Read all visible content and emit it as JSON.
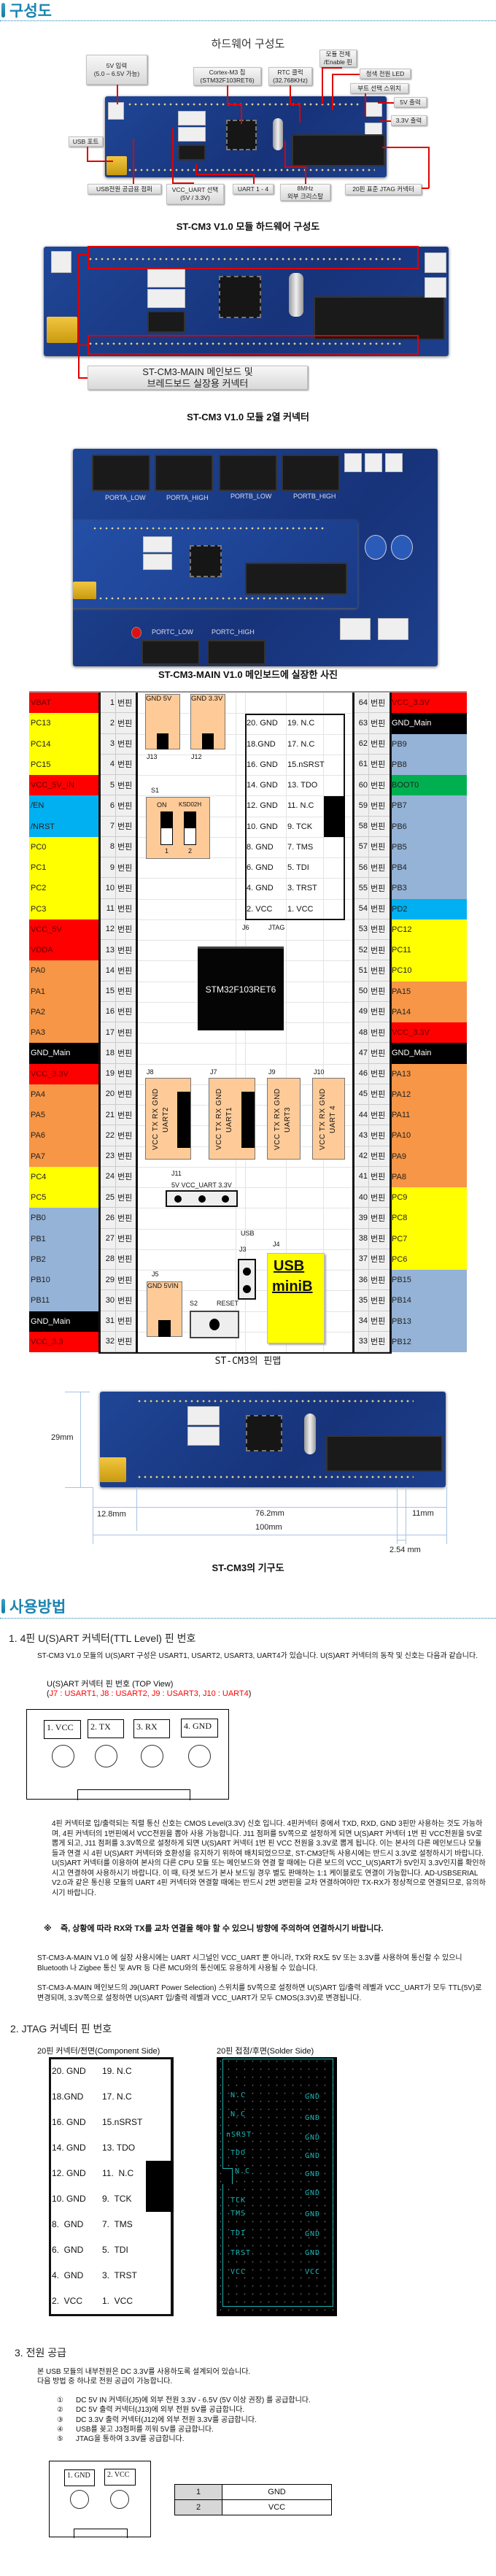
{
  "section1": {
    "title": "구성도"
  },
  "hardware": {
    "title": "하드웨어 구성도",
    "callouts": {
      "vin": [
        "5V 입력",
        "(5.0 – 6.5V 가능)"
      ],
      "cpu": [
        "Cortex-M3 칩",
        "(STM32F103RET6)"
      ],
      "rtc": [
        "RTC 클럭",
        "(32.768KHz)"
      ],
      "enable": [
        "모듈 전체",
        "/Enable 핀"
      ],
      "led": "청색 전원 LED",
      "boot": "부트 선택 스위치",
      "out5": "5V 출력",
      "out33": "3.3V 출력",
      "usb": "USB 포트",
      "usbjumper": "USB전원 공급용 점퍼",
      "vccuart": [
        "VCC_UART 선택",
        "(5V / 3.3V)"
      ],
      "uart": "UART 1 - 4",
      "xtal": [
        "8MHz",
        "외부 크리스탈"
      ],
      "jtag": "20핀 표준 JTAG 커넥터"
    },
    "caption": "ST-CM3 V1.0 모듈 하드웨어 구성도"
  },
  "connector_photo": {
    "callout": [
      "ST-CM3-MAIN 메인보드 및",
      "브레드보드 실장용 커넥터"
    ],
    "caption": "ST-CM3 V1.0 모듈 2열 커넥터"
  },
  "main_photo": {
    "caption": "ST-CM3-MAIN V1.0 메인보드에 실장한 사진",
    "labels": [
      "PORTA_LOW",
      "PORTA_HIGH",
      "PORTB_LOW",
      "PORTB_HIGH",
      "PORTC_LOW",
      "PORTC_HIGH"
    ]
  },
  "pinmap": {
    "pin_suffix": "번핀",
    "colors": {
      "red": "#ff0000",
      "yellow": "#ffff00",
      "cyan": "#00b0f0",
      "orange": "#f79646",
      "black": "#000000",
      "blue": "#95b3d7",
      "green": "#00b050"
    },
    "left": [
      [
        "VBAT",
        "red"
      ],
      [
        "PC13",
        "yellow"
      ],
      [
        "PC14",
        "yellow"
      ],
      [
        "PC15",
        "yellow"
      ],
      [
        "VCC_5V_IN",
        "red"
      ],
      [
        "/EN",
        "cyan"
      ],
      [
        "/NRST",
        "cyan"
      ],
      [
        "PC0",
        "yellow"
      ],
      [
        "PC1",
        "yellow"
      ],
      [
        "PC2",
        "yellow"
      ],
      [
        "PC3",
        "yellow"
      ],
      [
        "VCC_5V",
        "red"
      ],
      [
        "VDDA",
        "red"
      ],
      [
        "PA0",
        "orange"
      ],
      [
        "PA1",
        "orange"
      ],
      [
        "PA2",
        "orange"
      ],
      [
        "PA3",
        "orange"
      ],
      [
        "GND_Main",
        "black"
      ],
      [
        "VCC_3.3V",
        "red"
      ],
      [
        "PA4",
        "orange"
      ],
      [
        "PA5",
        "orange"
      ],
      [
        "PA6",
        "orange"
      ],
      [
        "PA7",
        "orange"
      ],
      [
        "PC4",
        "yellow"
      ],
      [
        "PC5",
        "yellow"
      ],
      [
        "PB0",
        "blue"
      ],
      [
        "PB1",
        "blue"
      ],
      [
        "PB2",
        "blue"
      ],
      [
        "PB10",
        "blue"
      ],
      [
        "PB11",
        "blue"
      ],
      [
        "GND_Main",
        "black"
      ],
      [
        "VCC_3.3",
        "red"
      ]
    ],
    "right": [
      [
        "VCC_3.3V",
        "red"
      ],
      [
        "GND_Main",
        "black"
      ],
      [
        "PB9",
        "blue"
      ],
      [
        "PB8",
        "blue"
      ],
      [
        "BOOT0",
        "green"
      ],
      [
        "PB7",
        "blue"
      ],
      [
        "PB6",
        "blue"
      ],
      [
        "PB5",
        "blue"
      ],
      [
        "PB4",
        "blue"
      ],
      [
        "PB3",
        "blue"
      ],
      [
        "PD2",
        "cyan"
      ],
      [
        "PC12",
        "yellow"
      ],
      [
        "PC11",
        "yellow"
      ],
      [
        "PC10",
        "yellow"
      ],
      [
        "PA15",
        "orange"
      ],
      [
        "PA14",
        "orange"
      ],
      [
        "VCC_3.3V",
        "red"
      ],
      [
        "GND_Main",
        "black"
      ],
      [
        "PA13",
        "orange"
      ],
      [
        "PA12",
        "orange"
      ],
      [
        "PA11",
        "orange"
      ],
      [
        "PA10",
        "orange"
      ],
      [
        "PA9",
        "orange"
      ],
      [
        "PA8",
        "orange"
      ],
      [
        "PC9",
        "yellow"
      ],
      [
        "PC8",
        "yellow"
      ],
      [
        "PC7",
        "yellow"
      ],
      [
        "PC6",
        "yellow"
      ],
      [
        "PB15",
        "blue"
      ],
      [
        "PB14",
        "blue"
      ],
      [
        "PB13",
        "blue"
      ],
      [
        "PB12",
        "blue"
      ]
    ],
    "j13": {
      "name": "J13",
      "pins": "GND    5V"
    },
    "j12": {
      "name": "J12",
      "pins": "GND  3.3V"
    },
    "s1": {
      "name": "S1",
      "on": "ON",
      "part": "KSD02H",
      "sw1": "1",
      "sw2": "2"
    },
    "jtag": {
      "name": "J6",
      "label": "JTAG",
      "rows": [
        [
          "20. GND",
          "19. N.C"
        ],
        [
          "18.GND",
          "17. N.C"
        ],
        [
          "16. GND",
          "15.nSRST"
        ],
        [
          "14. GND",
          "13. TDO"
        ],
        [
          "12. GND",
          "11.  N.C"
        ],
        [
          "10. GND",
          "9.  TCK"
        ],
        [
          "8.  GND",
          "7.  TMS"
        ],
        [
          "6.  GND",
          "5.  TDI"
        ],
        [
          "4.  GND",
          "3.  TRST"
        ],
        [
          "2.  VCC",
          "1.  VCC"
        ]
      ]
    },
    "chip": "STM32F103RET6",
    "uarts": [
      {
        "name": "J8",
        "pins": "VCC TX RX GND",
        "label": "UART2"
      },
      {
        "name": "J7",
        "pins": "VCC TX RX GND",
        "label": "UART1"
      },
      {
        "name": "J9",
        "pins": "VCC TX RX GND",
        "label": "UART3"
      },
      {
        "name": "J10",
        "pins": "VCC TX RX GND",
        "label": "UART 4"
      }
    ],
    "j11": {
      "name": "J11",
      "pins": "5V  VCC_UART  3.3V"
    },
    "usb_label": "USB",
    "j3": "J3",
    "j4": {
      "name": "J4",
      "line1": "USB",
      "line2": "miniB"
    },
    "j5": {
      "name": "J5",
      "pins": "GND  5VIN"
    },
    "s2": {
      "name": "S2",
      "label": "RESET"
    },
    "caption": "ST-CM3의 핀맵"
  },
  "dimensions": {
    "height": "29mm",
    "left": "12.8mm",
    "pitch_span": "76.2mm",
    "right": "11mm",
    "total": "100mm",
    "pitch": "2.54 mm",
    "caption": "ST-CM3의 기구도"
  },
  "section2": {
    "title": "사용방법"
  },
  "usage": {
    "uart": {
      "heading": "1. 4핀 U(S)ART 커넥터(TTL Level) 핀 번호",
      "intro": "ST-CM3 V1.0 모듈의 U(S)ART 구성은 USART1, USART2, USART3, UART4가 있습니다. U(S)ART 커넥터의 동작 및 신호는 다음과 같습니다.",
      "diagram_title": "U(S)ART 커넥터 핀 번호 (TOP View)",
      "diagram_map_open": "(",
      "diagram_map": "J7 : USART1, J8 : USART2, J9 : USART3, J10 : UART4",
      "diagram_map_close": ")",
      "accent": "#ff0000",
      "pins": [
        "1. VCC",
        "2. TX",
        "3. RX",
        "4. GND"
      ],
      "body": "4핀 커넥터로 입/출력되는 직렬 통신 신호는 CMOS Level(3.3V) 신호 입니다. 4핀커넥터 중에서 TXD, RXD, GND 3핀만 사용하는 것도 가능하며, 4핀 커넥터의 1번핀에서 VCC전원을 뽑아 사용 가능합니다. J11 점퍼를 5V쪽으로 설정하게 되면 U(S)ART 커넥터 1번 핀 VCC전원을 5V로 뽑게 되고, J11 점퍼를 3.3V쪽으로 설정하게 되면 U(S)ART 커넥터 1번 핀 VCC 전원을 3.3V로 뽑게 됩니다. 이는 본사의 다른 메인보드나 모듈들과 연결 시 4핀 U(S)ART 커넥터와 호환성을 유지하기 위하여 배치되었으므로, ST-CM3단독 사용시에는 반드시 3.3V로 설정하시기 바랍니다. U(S)ART 커넥터를 이용하여 본사의 다른 CPU 모듈 또는 메인보드와 연결 할 때에는 다른 보드의 VCC_U(S)ART가 5V인지 3.3V인지를 확인하시고 연결하여 사용하시기 바랍니다. 이 때, 타겟 보드가 본사 보드일 경우 별도 판매하는 1:1 케이블로도 연결이 가능합니다. AD-USBSERIAL V2.0과 같은 통신용 모듈의 UART 4핀 커넥터와 연결할 때에는 반드시 2번 3번핀을 교차 연결하여야만 TX-RX가 정상적으로 연결되므로, 유의하시기 바랍니다.",
      "note_mark": "※",
      "note": "즉, 상황에 따라 RX와 TX를 교차 연결을 해야 할 수 있으니 방향에 주의하여 연결하시기 바랍니다.",
      "main1": "ST-CM3-A-MAIN V1.0 에 실장 사용시에는 UART 시그널인 VCC_UART 뿐 아니라, TX와 RX도 5V 또는 3.3V를 사용하여 통신할 수 있으니 Bluetooth 나 Zigbee 통신 및 AVR 등 다른 MCU와의 통신에도 유용하게 사용될 수 있습니다.",
      "main2": "ST-CM3-A-MAIN 메인보드의 J9(UART Power Selection) 스위치를 5V쪽으로 설정하면 U(S)ART 입/출력 레벨과 VCC_UART가 모두 TTL(5V)로 변경되며, 3.3V쪽으로 설정하면 U(S)ART 입/출력 레벨과 VCC_UART가 모두 CMOS(3.3V)로 변경됩니다."
    },
    "jtag": {
      "heading": "2.  JTAG 커넥터 핀 번호",
      "component_title": "20핀 커넥터/전면(Component Side)",
      "solder_title": "20핀 접점/후면(Solder Side)",
      "solder_left": [
        "N.C",
        "N.C",
        "nSRST",
        "TDO",
        "N.C",
        "TCK",
        "TMS",
        "TDI",
        "TRST",
        "VCC"
      ],
      "solder_right": [
        "GND",
        "GND",
        "GND",
        "GND",
        "GND",
        "GND",
        "GND",
        "GND",
        "GND",
        "VCC"
      ],
      "solder_color": "#1ab6b6"
    },
    "power": {
      "heading": "3.  전원 공급",
      "line1": "본 USB 모듈의 내부전원은 DC 3.3V를 사용하도록 설계되어 있습니다.",
      "line2": "다음 방법 중 하나로 전원 공급이 가능합니다.",
      "items": [
        [
          "①",
          "DC 5V IN 커넥터(J5)에 외부 전원 3.3V - 6.5V (5V 이상 권장) 를 공급합니다."
        ],
        [
          "②",
          "DC 5V 출력 커넥터(J13)에 외부 전원 5V를 공급합니다."
        ],
        [
          "③",
          "DC 3.3V 출력 커넥터(J12)에 외부 전원 3.3V를 공급합니다."
        ],
        [
          "④",
          "USB를 꽂고 J3점퍼를 끼워 5V를 공급합니다."
        ],
        [
          "⑤",
          "JTAG을 통하여 3.3V를 공급합니다."
        ]
      ],
      "pins": [
        "1. GND",
        "2. VCC"
      ],
      "table": [
        [
          "1",
          "GND"
        ],
        [
          "2",
          "VCC"
        ]
      ]
    }
  }
}
